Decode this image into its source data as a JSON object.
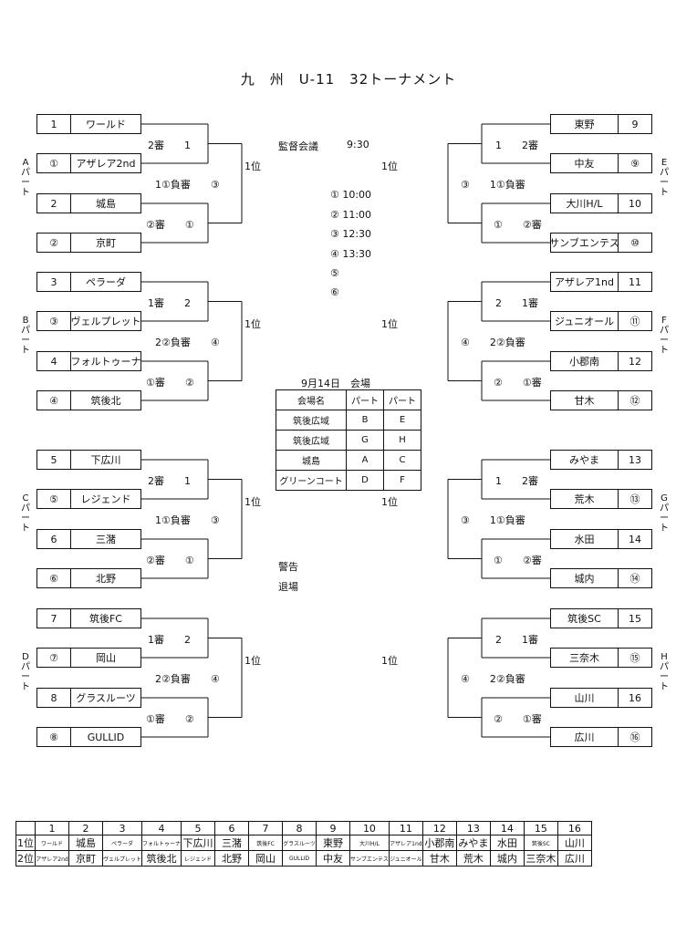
{
  "title": "九　州　U-11　32トーナメント",
  "left_teams": [
    {
      "num": "1",
      "name": "ワールド"
    },
    {
      "num": "①",
      "name": "アザレア2nd"
    },
    {
      "num": "2",
      "name": "城島"
    },
    {
      "num": "②",
      "name": "京町"
    },
    {
      "num": "3",
      "name": "ペラーダ"
    },
    {
      "num": "③",
      "name": "ヴェルプレット"
    },
    {
      "num": "4",
      "name": "フォルトゥーナ"
    },
    {
      "num": "④",
      "name": "筑後北"
    },
    {
      "num": "5",
      "name": "下広川"
    },
    {
      "num": "⑤",
      "name": "レジェンド"
    },
    {
      "num": "6",
      "name": "三潴"
    },
    {
      "num": "⑥",
      "name": "北野"
    },
    {
      "num": "7",
      "name": "筑後FC"
    },
    {
      "num": "⑦",
      "name": "岡山"
    },
    {
      "num": "8",
      "name": "グラスルーツ"
    },
    {
      "num": "⑧",
      "name": "GULLID"
    }
  ],
  "right_teams": [
    {
      "num": "9",
      "name": "東野"
    },
    {
      "num": "⑨",
      "name": "中友"
    },
    {
      "num": "10",
      "name": "大川H/L"
    },
    {
      "num": "⑩",
      "name": "サンブエンテス"
    },
    {
      "num": "11",
      "name": "アザレア1nd"
    },
    {
      "num": "⑪",
      "name": "ジュニオール"
    },
    {
      "num": "12",
      "name": "小郡南"
    },
    {
      "num": "⑫",
      "name": "甘木"
    },
    {
      "num": "13",
      "name": "みやま"
    },
    {
      "num": "⑬",
      "name": "荒木"
    },
    {
      "num": "14",
      "name": "水田"
    },
    {
      "num": "⑭",
      "name": "城内"
    },
    {
      "num": "15",
      "name": "筑後SC"
    },
    {
      "num": "⑮",
      "name": "三奈木"
    },
    {
      "num": "16",
      "name": "山川"
    },
    {
      "num": "⑯",
      "name": "広川"
    }
  ],
  "parts_left": [
    "A\nパ\nー\nト",
    "B\nパ\nー\nト",
    "C\nパ\nー\nト",
    "D\nパ\nー\nト"
  ],
  "parts_right": [
    "E\nパ\nー\nト",
    "F\nパ\nー\nト",
    "G\nパ\nー\nト",
    "H\nパ\nー\nト"
  ],
  "left_labels": [
    {
      "r1": "2審　　1",
      "mid": "1①負審　　③",
      "r2": "②審　　①"
    },
    {
      "r1": "1審　　2",
      "mid": "2②負審　　④",
      "r2": "①審　　②"
    },
    {
      "r1": "2審　　1",
      "mid": "1①負審　　③",
      "r2": "②審　　①"
    },
    {
      "r1": "1審　　2",
      "mid": "2②負審　　④",
      "r2": "①審　　②"
    }
  ],
  "right_labels": [
    {
      "r1": "1　　2審",
      "mid": "③　　1①負審",
      "r2": "①　　②審"
    },
    {
      "r1": "2　　1審",
      "mid": "④　　2②負審",
      "r2": "②　　①審"
    },
    {
      "r1": "1　　2審",
      "mid": "③　　1①負審",
      "r2": "①　　②審"
    },
    {
      "r1": "2　　1審",
      "mid": "④　　2②負審",
      "r2": "②　　①審"
    }
  ],
  "first_label": "1位",
  "schedule": {
    "meeting": "監督会議",
    "meeting_time": "9:30",
    "times": [
      "① 10:00",
      "② 11:00",
      "③ 12:30",
      "④ 13:30",
      "⑤",
      "⑥"
    ]
  },
  "venue": {
    "heading": "9月14日　会場",
    "headers": [
      "会場名",
      "パート",
      "パート"
    ],
    "rows": [
      [
        "筑後広域",
        "B",
        "E"
      ],
      [
        "筑後広域",
        "G",
        "H"
      ],
      [
        "城島",
        "A",
        "C"
      ],
      [
        "グリーンコート",
        "D",
        "F"
      ]
    ]
  },
  "notes": [
    "警告",
    "退場"
  ],
  "summary": {
    "numbers": [
      "1",
      "2",
      "3",
      "4",
      "5",
      "6",
      "7",
      "8",
      "9",
      "10",
      "11",
      "12",
      "13",
      "14",
      "15",
      "16"
    ],
    "rows": [
      {
        "label": "1位",
        "cells": [
          "ワールド",
          "城島",
          "ペラーダ",
          "フォルトゥーナ",
          "下広川",
          "三潴",
          "筑後FC",
          "グラスルーツ",
          "東野",
          "大川H/L",
          "アザレア1nd",
          "小郡南",
          "みやま",
          "水田",
          "筑後SC",
          "山川"
        ]
      },
      {
        "label": "2位",
        "cells": [
          "アザレア2nd",
          "京町",
          "ヴェルプレット",
          "筑後北",
          "レジェンド",
          "北野",
          "岡山",
          "GULLID",
          "中友",
          "サンブエンテス",
          "ジュニオール",
          "甘木",
          "荒木",
          "城内",
          "三奈木",
          "広川"
        ]
      }
    ]
  }
}
